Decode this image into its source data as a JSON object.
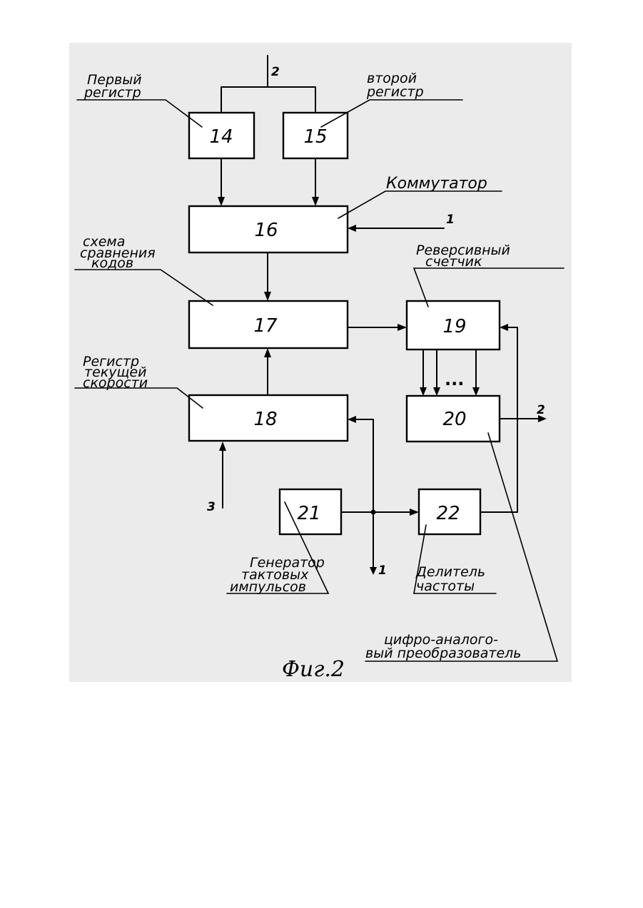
{
  "blocks": {
    "b14": "14",
    "b15": "15",
    "b16": "16",
    "b17": "17",
    "b18": "18",
    "b19": "19",
    "b20": "20",
    "b21": "21",
    "b22": "22"
  },
  "labels": {
    "first_register": [
      "Первый",
      "регистр"
    ],
    "second_register": [
      "второй",
      "регистр"
    ],
    "switch": "Коммутатор",
    "code_comparator": [
      "схема",
      "сравнения",
      "кодов"
    ],
    "reversible_counter": [
      "Реверсивный",
      "счетчик"
    ],
    "speed_register": [
      "Регистр",
      "текущей",
      "скорости"
    ],
    "clock_generator": [
      "Генератор",
      "тактовых",
      "импульсов"
    ],
    "freq_divider": [
      "Делитель",
      "частоты"
    ],
    "dac": [
      "цифро-аналого-",
      "вый преобразователь"
    ]
  },
  "signals": {
    "top_in": "2",
    "switch_in": "1",
    "speed_in": "3",
    "tap_out": "1",
    "dac_out": "2"
  },
  "dots": "...",
  "caption": "Фиг.2"
}
